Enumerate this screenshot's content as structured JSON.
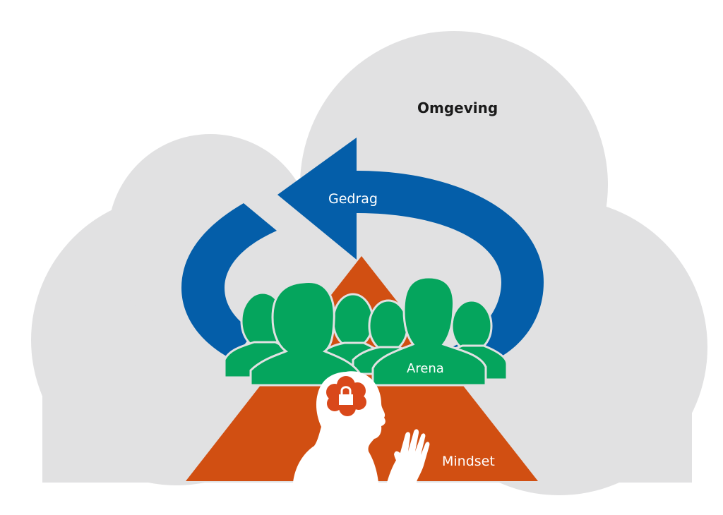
{
  "diagram": {
    "labels": {
      "environment": "Omgeving",
      "behavior": "Gedrag",
      "arena": "Arena",
      "mindset": "Mindset"
    },
    "colors": {
      "cloud": "#e1e1e2",
      "arrow": "#045ea9",
      "people": "#05a55d",
      "triangle": "#d14f12",
      "person_silhouette": "#ffffff",
      "lock_cloud": "#d9481a",
      "text_dark": "#1a1a1a",
      "text_light": "#ffffff"
    },
    "icons": [
      "cloud-shape",
      "circular-arrow-icon",
      "people-group-icon",
      "triangle-shape",
      "thinking-person-icon",
      "lock-icon"
    ]
  }
}
